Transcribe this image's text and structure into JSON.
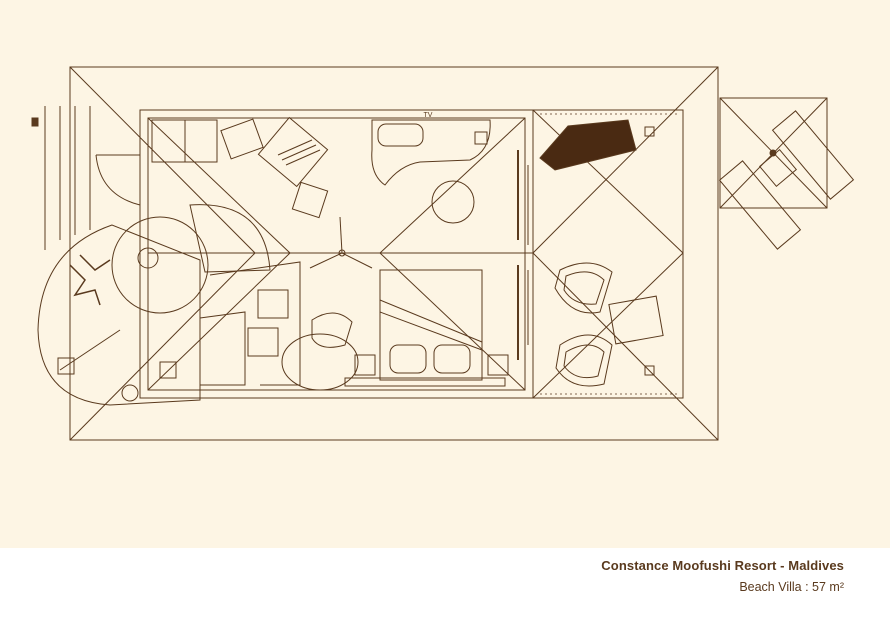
{
  "colors": {
    "background": "#fdf5e4",
    "line": "#5a3a1e",
    "fill_dark": "#4a2a12",
    "caption_bg": "#ffffff"
  },
  "plan": {
    "tv_label": "TV"
  },
  "caption": {
    "resort": "Constance Moofushi Resort - Maldives",
    "villa": "Beach Villa : 57 m²"
  }
}
